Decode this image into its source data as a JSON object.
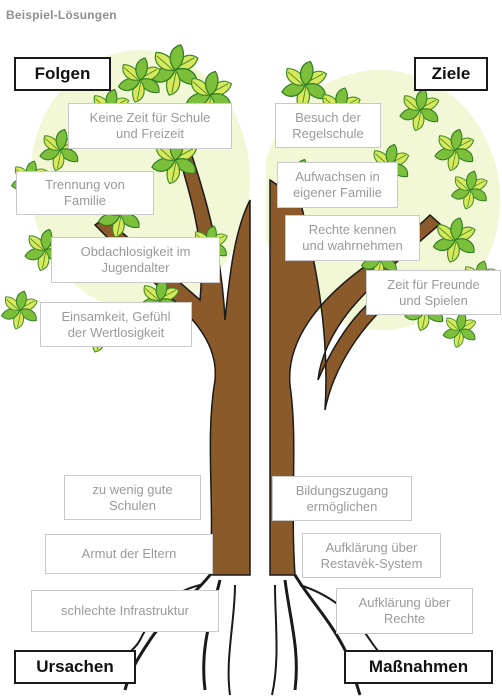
{
  "header": {
    "title": "Beispiel-Lösungen"
  },
  "categories": {
    "folgen": "Folgen",
    "ziele": "Ziele",
    "ursachen": "Ursachen",
    "massnahmen": "Maßnahmen"
  },
  "folgen_items": [
    {
      "line1": "Keine Zeit für Schule",
      "line2": "und Freizeit"
    },
    {
      "line1": "Trennung von",
      "line2": "Familie"
    },
    {
      "line1": "Obdachlosigkeit im",
      "line2": "Jugendalter"
    },
    {
      "line1": "Einsamkeit, Gefühl",
      "line2": "der Wertlosigkeit"
    }
  ],
  "ziele_items": [
    {
      "line1": "Besuch der",
      "line2": "Regelschule"
    },
    {
      "line1": "Aufwachsen in",
      "line2": "eigener Familie"
    },
    {
      "line1": "Rechte kennen",
      "line2": "und wahrnehmen"
    },
    {
      "line1": "Zeit für Freunde",
      "line2": "und Spielen"
    }
  ],
  "ursachen_items": [
    {
      "line1": "zu wenig gute",
      "line2": "Schulen"
    },
    {
      "line1": "Armut der Eltern",
      "line2": ""
    },
    {
      "line1": "schlechte Infrastruktur",
      "line2": ""
    }
  ],
  "massnahmen_items": [
    {
      "line1": "Bildungszugang",
      "line2": "ermöglichen"
    },
    {
      "line1": "Aufklärung über",
      "line2": "Restavèk-System"
    },
    {
      "line1": "Aufklärung über",
      "line2": "Rechte"
    }
  ],
  "colors": {
    "trunk": "#8b5a2b",
    "outline": "#1a1a1a",
    "leaf_light": "#d8e85a",
    "leaf_mid": "#9ccc3c",
    "leaf_dark": "#3e8a2a",
    "box_text": "#9a9a9a"
  }
}
